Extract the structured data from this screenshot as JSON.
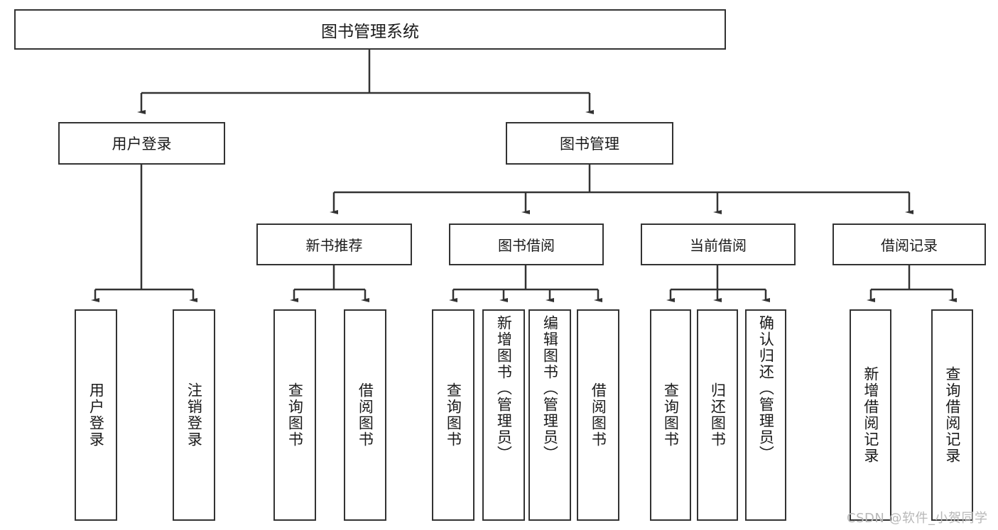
{
  "diagram": {
    "title": "图书管理系统",
    "type": "hierarchy-tree",
    "stroke_color": "#333333",
    "background_color": "#ffffff",
    "text_color": "#1a1a1a"
  },
  "root": {
    "label": "图书管理系统"
  },
  "level2": [
    {
      "label": "用户登录"
    },
    {
      "label": "图书管理"
    }
  ],
  "level3": [
    {
      "label": "新书推荐"
    },
    {
      "label": "图书借阅"
    },
    {
      "label": "当前借阅"
    },
    {
      "label": "借阅记录"
    }
  ],
  "leaves": {
    "user_login": [
      {
        "label": "用户登录"
      },
      {
        "label": "注销登录"
      }
    ],
    "new_book": [
      {
        "label": "查询图书"
      },
      {
        "label": "借阅图书"
      }
    ],
    "book_borrow": [
      {
        "label": "查询图书"
      },
      {
        "label": "新增图书（管理员）"
      },
      {
        "label": "编辑图书（管理员）"
      },
      {
        "label": "借阅图书"
      }
    ],
    "current_borrow": [
      {
        "label": "查询图书"
      },
      {
        "label": "归还图书"
      },
      {
        "label": "确认归还（管理员）"
      }
    ],
    "borrow_record": [
      {
        "label": "新增借阅记录"
      },
      {
        "label": "查询借阅记录"
      }
    ]
  },
  "watermark": {
    "text": "CSDN @软件_小贺同学"
  }
}
